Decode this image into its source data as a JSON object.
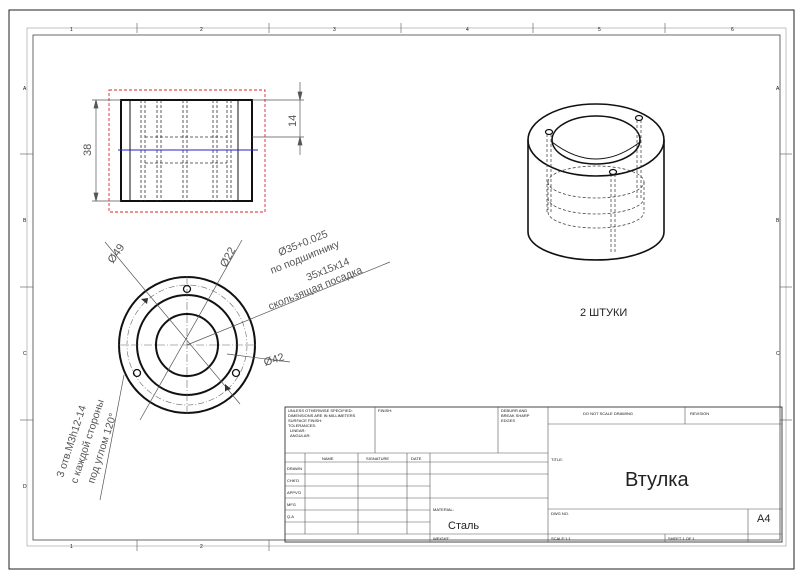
{
  "zones": {
    "top": [
      "1",
      "2",
      "3",
      "4",
      "5",
      "6"
    ],
    "bottom": [
      "1",
      "2"
    ],
    "left": [
      "A",
      "B",
      "C",
      "D"
    ],
    "right": [
      "A",
      "B",
      "C"
    ]
  },
  "views": {
    "front": {
      "dim_height": "38",
      "dim_slot": "14"
    },
    "top": {
      "dim_outer": "Ø49",
      "dim_bolt": "Ø22",
      "dim_flange": "Ø42",
      "bore_note": [
        "Ø35+0.025",
        "по подшипнику",
        "35x15x14",
        "скользящая посадка"
      ],
      "hole_note": [
        "3 отв.М3h12-14",
        "с каждой стороны",
        "под углом 120°"
      ]
    },
    "iso": {
      "quantity_label": "2 ШТУКИ"
    }
  },
  "title_block": {
    "unless_specified": [
      "UNLESS OTHERWISE SPECIFIED:",
      "DIMENSIONS ARE IN MILLIMETERS",
      "SURFACE FINISH:",
      "TOLERANCES:",
      "LINEAR:",
      "ANGULAR:"
    ],
    "finish": "FINISH:",
    "deburr": [
      "DEBURR AND",
      "BREAK SHARP",
      "EDGES"
    ],
    "do_not_scale": "DO NOT SCALE DRAWING",
    "revision": "REVISION",
    "col_headers": [
      "NAME",
      "SIGNATURE",
      "DATE"
    ],
    "row_labels": [
      "DRAWN",
      "CHK'D",
      "APPV'D",
      "MFG",
      "Q.A"
    ],
    "title_label": "TITLE:",
    "title": "Втулка",
    "material_label": "MATERIAL:",
    "material": "Сталь",
    "dwg_no_label": "DWG NO.",
    "sheet_size": "A4",
    "weight_label": "WEIGHT:",
    "scale": "SCALE:1:1",
    "sheet": "SHEET 1 OF 1"
  }
}
